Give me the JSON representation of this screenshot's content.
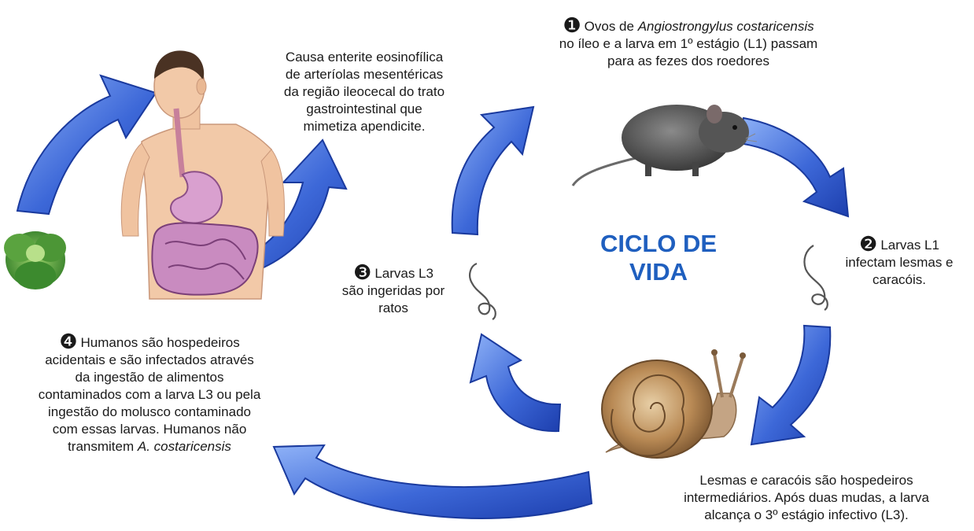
{
  "title": {
    "line1": "CICLO DE",
    "line2": "VIDA"
  },
  "step1": {
    "marker": "❶",
    "text_pre": "Ovos de ",
    "text_italic": "Angiostrongylus costaricensis",
    "line2": "no íleo  e a larva em 1º estágio (L1) passam",
    "line3": "para as fezes dos roedores"
  },
  "step2": {
    "marker": "❷",
    "line1": "Larvas L1",
    "line2": "infectam lesmas e",
    "line3": "caracóis."
  },
  "step3": {
    "marker": "❸",
    "line1": "Larvas L3",
    "line2": "são ingeridas por",
    "line3": "ratos"
  },
  "step4": {
    "marker": "❹",
    "line1": "Humanos são hospedeiros",
    "line2": "acidentais e são infectados através",
    "line3": "da ingestão de alimentos",
    "line4": "contaminados com a larva L3 ou pela",
    "line5": "ingestão do molusco contaminado",
    "line6": "com essas larvas. Humanos não",
    "line7_pre": "transmitem ",
    "line7_italic": "A. costaricensis"
  },
  "human_effect": {
    "line1": "Causa enterite eosinofílica",
    "line2": "de arteríolas mesentéricas",
    "line3": "da região ileocecal do trato",
    "line4": "gastrointestinal que",
    "line5": "mimetiza apendicite."
  },
  "snail_note": {
    "line1": "Lesmas e caracóis são hospedeiros",
    "line2": "intermediários. Após duas mudas, a larva",
    "line3": "alcança o 3º estágio infectivo (L3)."
  },
  "colors": {
    "arrow_light": "#6f9af0",
    "arrow_dark": "#1d3fae",
    "title": "#1f5fbf"
  }
}
